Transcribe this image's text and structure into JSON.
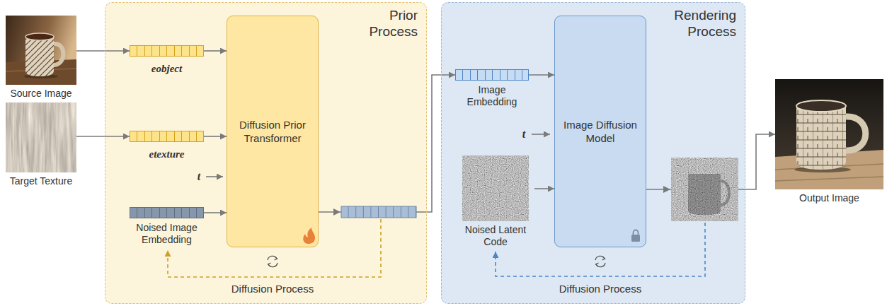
{
  "diagram": {
    "nodes": [
      {
        "text": [
          "Source Image"
        ]
      },
      {
        "text": [
          "Target Texture"
        ]
      },
      {
        "text": [
          "Prior Process"
        ]
      },
      {
        "text": [
          "eobject"
        ],
        "in": 2
      },
      {
        "text": [
          "etexture"
        ],
        "in": 2
      },
      {
        "text": [
          "Noised Image Embedding"
        ],
        "in": 2
      },
      {
        "text": [
          "Diffusion Prior Transformer"
        ],
        "in": 2
      },
      {
        "text": [
          "Rendering Process"
        ]
      },
      {
        "text": [
          "Image Embedding"
        ],
        "in": 7
      },
      {
        "text": [
          "Noised Latent Code"
        ],
        "in": 7
      },
      {
        "text": [
          "Image Diffusion Model"
        ],
        "in": 7
      },
      {
        "text": [
          "Output Image"
        ]
      }
    ],
    "edges": [
      {
        "from": 0,
        "to": 3,
        "arrow": "to"
      },
      {
        "from": 1,
        "to": 4,
        "arrow": "to"
      },
      {
        "from": 3,
        "to": 6,
        "arrow": "to"
      },
      {
        "from": 4,
        "to": 6,
        "arrow": "to"
      },
      {
        "from": 5,
        "to": 6,
        "arrow": "to"
      },
      {
        "from": 6,
        "to": 8,
        "arrow": "to"
      },
      {
        "from": 8,
        "to": 10,
        "arrow": "to"
      },
      {
        "from": 9,
        "to": 10,
        "arrow": "to"
      },
      {
        "from": 10,
        "to": 11,
        "arrow": "to"
      }
    ],
    "labels": [
      "t",
      "Diffusion Process",
      "t",
      "Diffusion Process"
    ]
  }
}
